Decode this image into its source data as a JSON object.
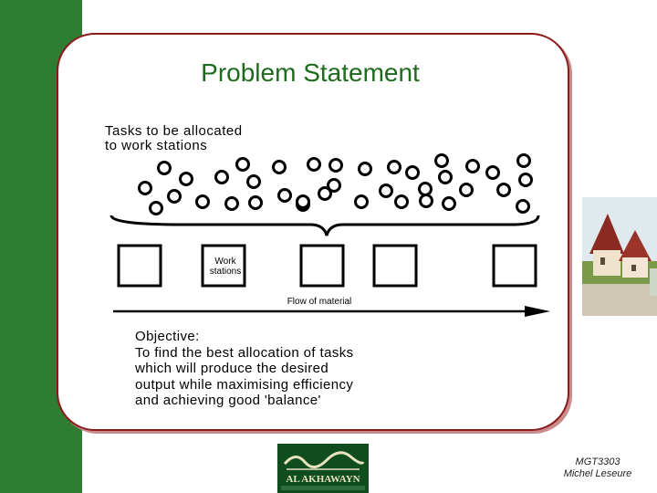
{
  "slide": {
    "title": "Problem Statement",
    "tasks_label": "Tasks to be allocated\nto work stations",
    "workstations_label": "Work\nstations",
    "flow_label": "Flow of material",
    "objective_lines": [
      "Objective:",
      "To find the best allocation of tasks",
      "which will produce the desired",
      "output while maximising efficiency",
      "and achieving good 'balance'"
    ],
    "footer": {
      "course": "MGT3303",
      "author": "Michel Leseure"
    },
    "logo_text": "AL AKHAWAYN"
  },
  "colors": {
    "side_bar": "#2e7d32",
    "frame_border": "#8b1a1a",
    "title": "#1e6b1e"
  },
  "diagram": {
    "task_count": 37,
    "workstation_count": 5
  }
}
